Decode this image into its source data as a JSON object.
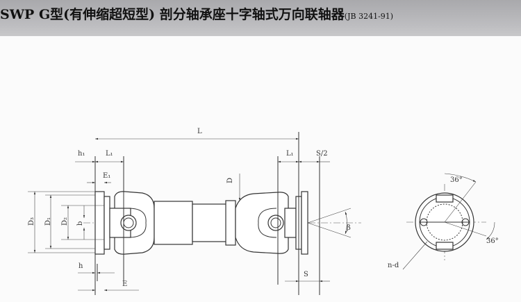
{
  "title": {
    "main": "SWP G型(有伸缩超短型) 剖分轴承座十字轴式万向联轴器",
    "standard": "(JB 3241-91)"
  },
  "colors": {
    "header": "#b4b4b7",
    "line": "#333333"
  },
  "labels": {
    "L": "L",
    "h1": "h₁",
    "L1_left": "L₁",
    "E1": "E₁",
    "D3": "D₃",
    "D1": "D₁",
    "D2": "D₂",
    "b": "b",
    "h": "h",
    "E": "E",
    "D": "D",
    "L1_right": "L₁",
    "S_half": "S/2",
    "beta": "β",
    "S": "S",
    "angle_top": "36°",
    "angle_right": "36°",
    "nd": "n-d"
  }
}
